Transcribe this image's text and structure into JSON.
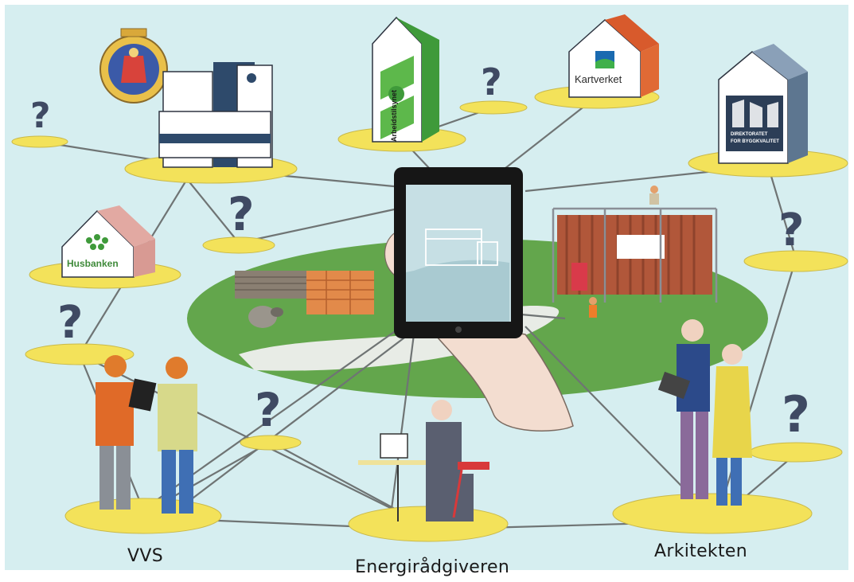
{
  "scene": {
    "background_color": "#d6eef0",
    "platform_color": "#f3e25a",
    "line_color": "#6f7474",
    "lawn_color": "#63a64c",
    "question_mark": "?"
  },
  "captions": {
    "vvs": "VVS",
    "energiradgiveren": "Energirådgiveren",
    "arkitekten": "Arkitekten"
  },
  "organizations": {
    "arbeidstilsynet": "Arbeidstilsynet",
    "kartverket": "Kartverket",
    "husbanken": "Husbanken",
    "dibk_line1": "DIREKTORATET",
    "dibk_line2": "FOR BYGGKVALITET"
  },
  "icons": [
    "oslo-coat-of-arms-icon",
    "question-mark-icon",
    "tablet-icon",
    "laptop-icon"
  ]
}
